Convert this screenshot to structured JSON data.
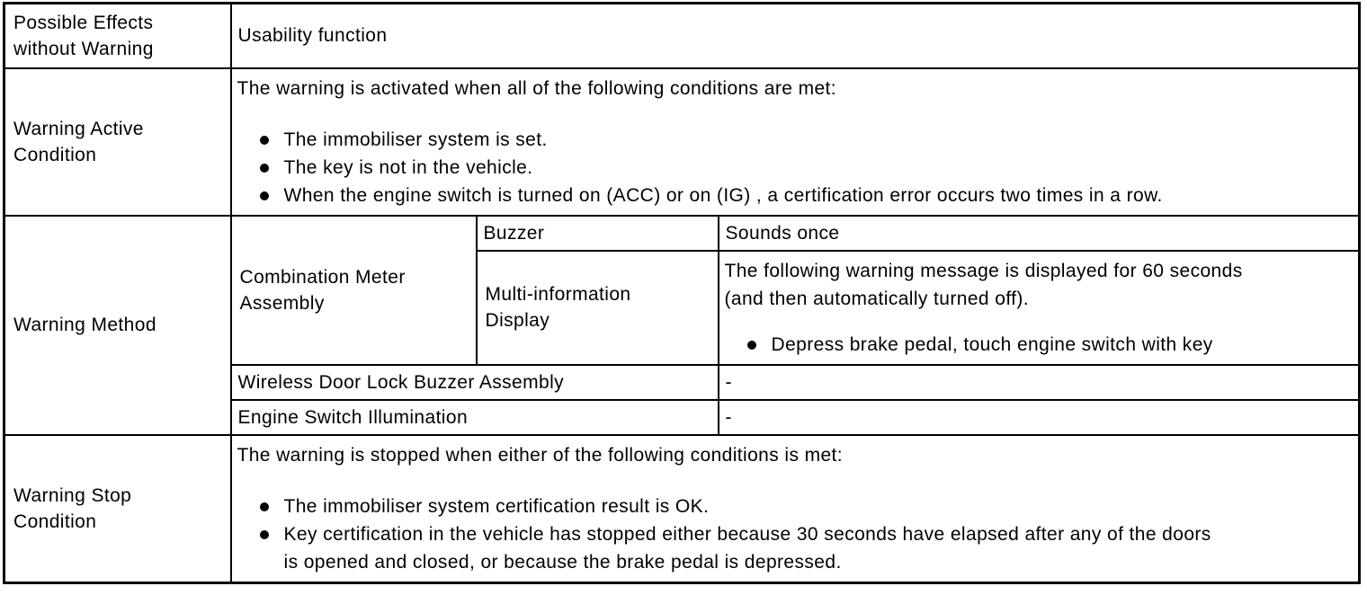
{
  "colors": {
    "border": "#000000",
    "background": "#ffffff",
    "text": "#000000"
  },
  "table": {
    "rows": {
      "possible_effects": {
        "label": "Possible Effects\nwithout Warning",
        "value": "Usability function"
      },
      "warning_active": {
        "label": "Warning Active\nCondition",
        "intro": "The warning is activated when all of the following conditions are met:",
        "bullets": [
          "The immobiliser system is set.",
          "The key is not in the vehicle.",
          "When the engine switch is turned on (ACC) or on (IG) , a certification error occurs two times in a row."
        ]
      },
      "warning_method": {
        "label": "Warning Method",
        "combination_meter_label": "Combination Meter\nAssembly",
        "buzzer_label": "Buzzer",
        "buzzer_value": "Sounds once",
        "multi_info_label": "Multi-information\nDisplay",
        "multi_info_intro": "The following warning message is displayed for 60 seconds\n(and then automatically turned off).",
        "multi_info_bullets": [
          "Depress brake pedal, touch engine switch with key"
        ],
        "wireless_label": "Wireless Door Lock Buzzer Assembly",
        "wireless_value": "-",
        "engine_label": "Engine Switch Illumination",
        "engine_value": "-"
      },
      "warning_stop": {
        "label": "Warning Stop\nCondition",
        "intro": "The warning is stopped when either of the following conditions is met:",
        "bullets": [
          "The immobiliser system certification result is OK.",
          "Key certification in the vehicle has stopped either because 30 seconds have elapsed after any of the doors\nis opened and closed, or because the brake pedal is depressed."
        ]
      }
    }
  }
}
